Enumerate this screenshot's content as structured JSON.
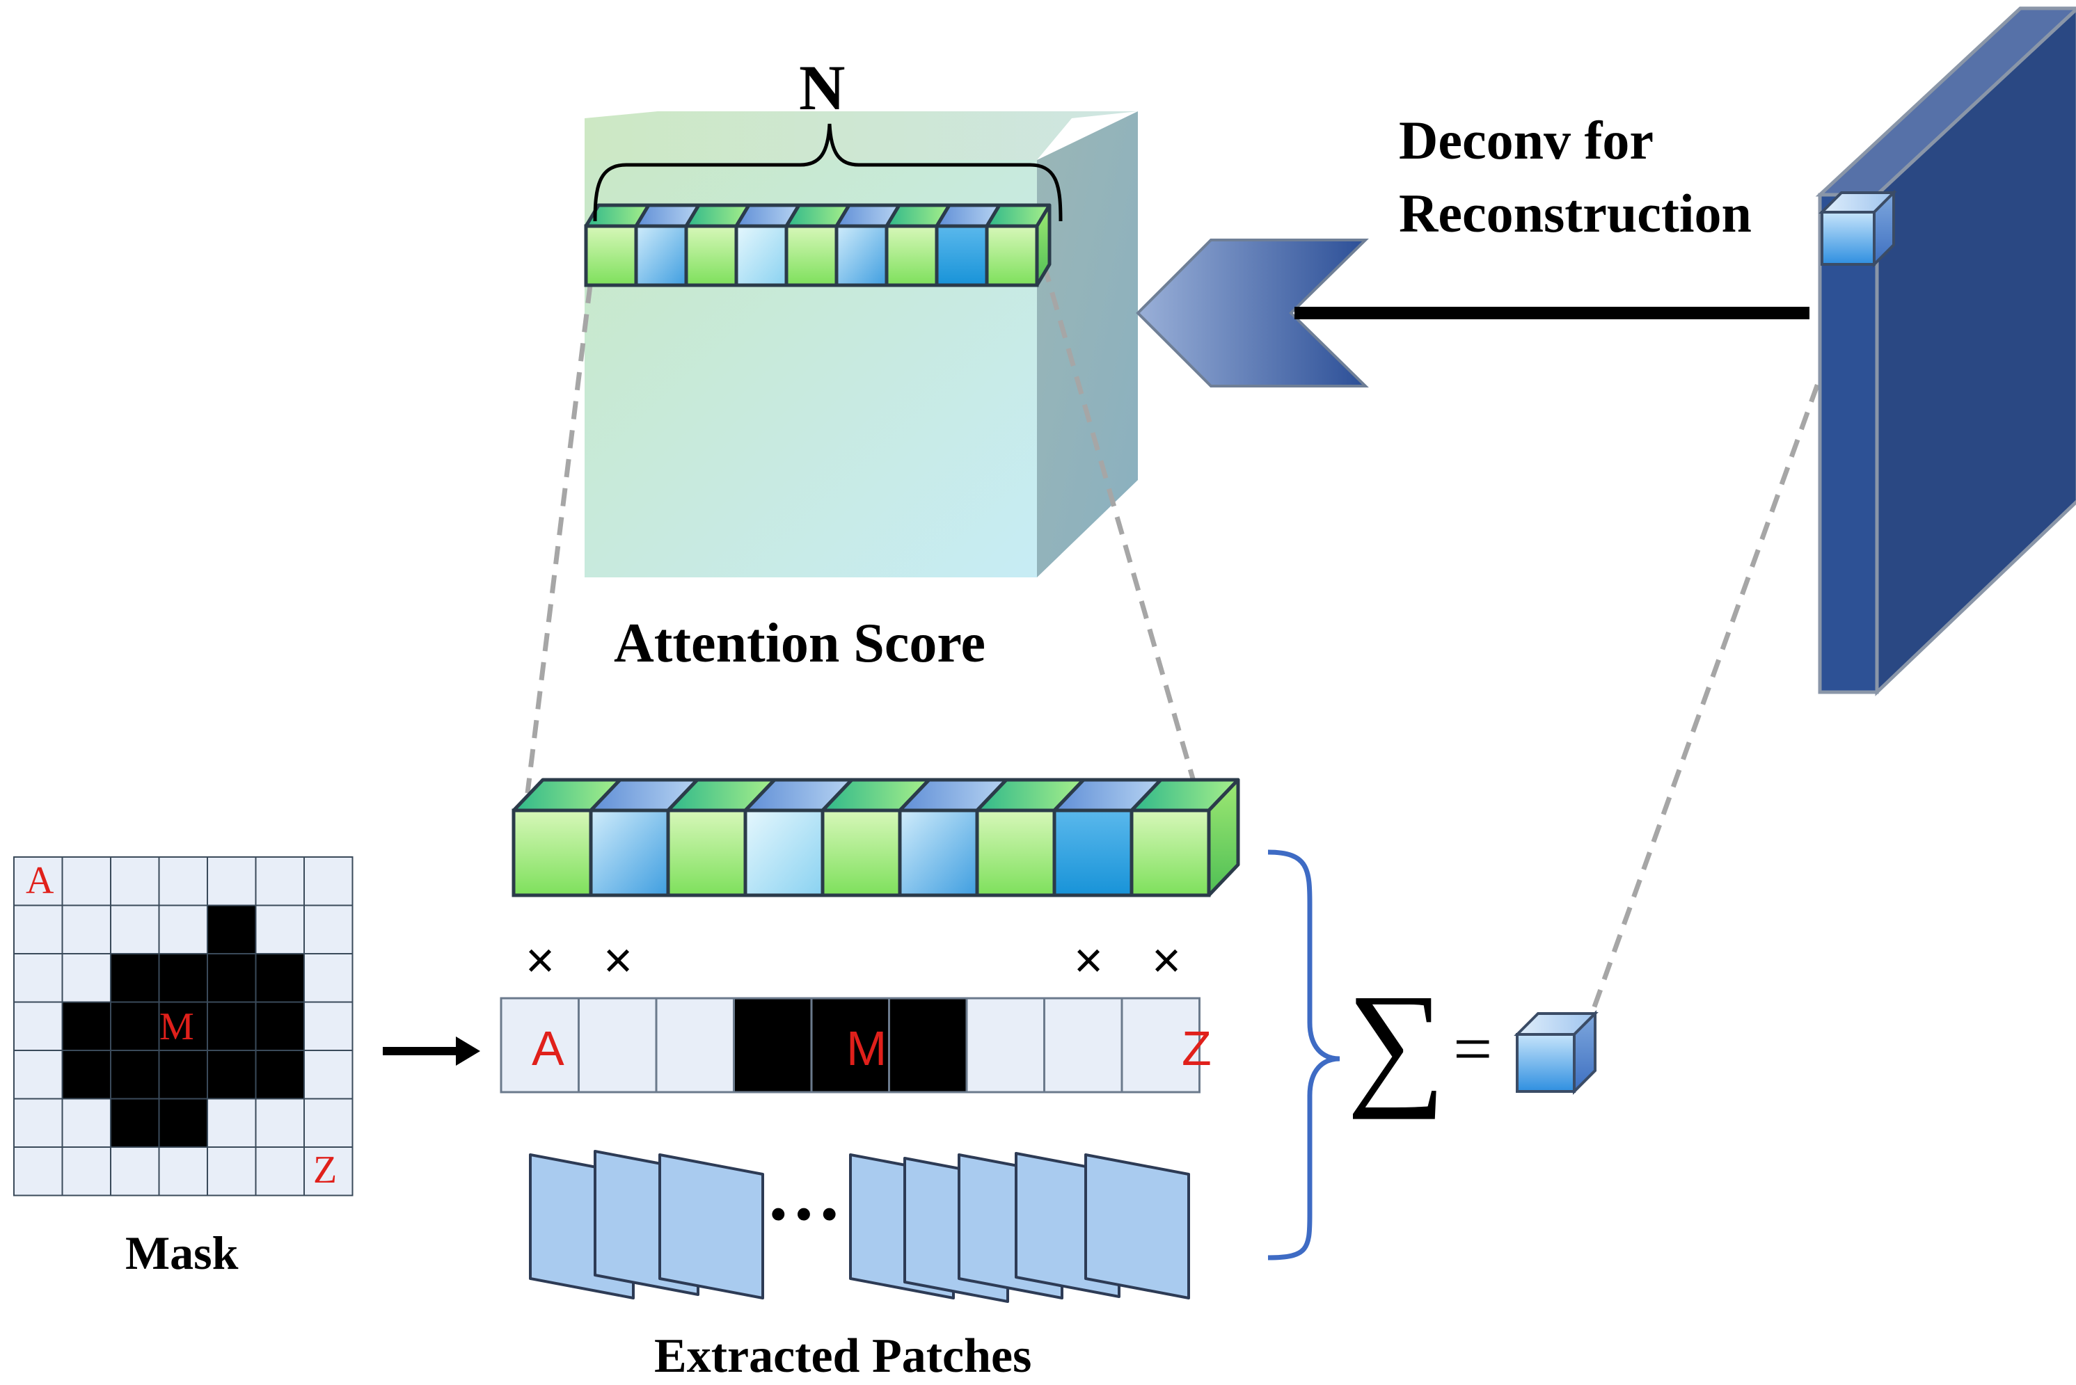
{
  "labels": {
    "n": "N",
    "deconv_line1": "Deconv for",
    "deconv_line2": "Reconstruction",
    "attention_score": "Attention Score",
    "mask": "Mask",
    "extracted_patches": "Extracted Patches",
    "ellipsis": "···"
  },
  "mask": {
    "corner_a": "A",
    "center_m": "M",
    "corner_z": "Z",
    "cells": [
      [
        0,
        0,
        0,
        0,
        0,
        0,
        0
      ],
      [
        0,
        0,
        0,
        0,
        1,
        0,
        0
      ],
      [
        0,
        0,
        1,
        1,
        1,
        1,
        0
      ],
      [
        0,
        1,
        1,
        1,
        1,
        1,
        0
      ],
      [
        0,
        1,
        1,
        1,
        1,
        1,
        0
      ],
      [
        0,
        0,
        1,
        1,
        0,
        0,
        0
      ],
      [
        0,
        0,
        0,
        0,
        0,
        0,
        0
      ]
    ]
  },
  "sequence": {
    "cells": [
      {
        "label": "A",
        "fill": "light"
      },
      {
        "label": "",
        "fill": "light"
      },
      {
        "label": "",
        "fill": "light"
      },
      {
        "label": "",
        "fill": "dark"
      },
      {
        "label": "M",
        "fill": "dark"
      },
      {
        "label": "",
        "fill": "dark"
      },
      {
        "label": "",
        "fill": "light"
      },
      {
        "label": "",
        "fill": "light"
      },
      {
        "label": "Z",
        "fill": "light"
      }
    ],
    "multiply_signs": [
      "×",
      "×",
      "×",
      "×"
    ]
  },
  "math": {
    "sum_symbol": "∑",
    "equals": "="
  },
  "colors": {
    "mask_label": "#e0201b",
    "cube_dark_blue": "#2b4a86",
    "arrow_blue": "#4a6aa8",
    "brace_blue": "#3e6bc4",
    "dashed_gray": "#a6a6a6"
  }
}
